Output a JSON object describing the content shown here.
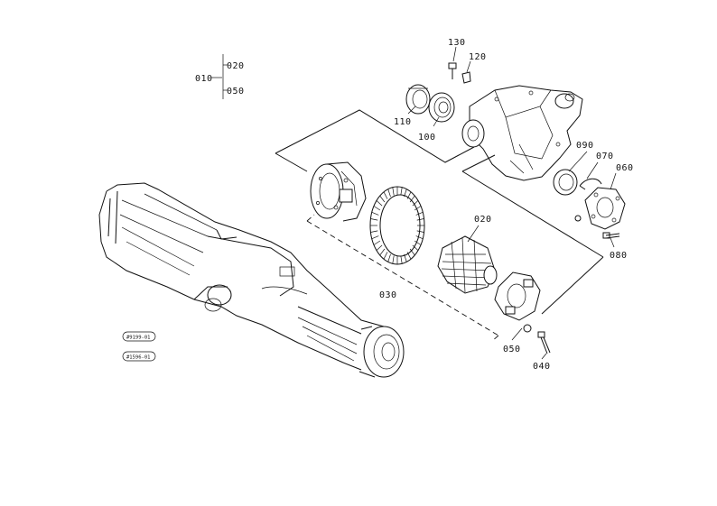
{
  "callouts": {
    "p010": "010",
    "p020": "020",
    "p020b": "020",
    "p030": "030",
    "p040": "040",
    "p050a": "050",
    "p050b": "050",
    "p060": "060",
    "p070": "070",
    "p080": "080",
    "p090": "090",
    "p100": "100",
    "p110": "110",
    "p120": "120",
    "p130": "130"
  },
  "stamps": {
    "s1": "#9199-01",
    "s2": "#1596-01"
  }
}
